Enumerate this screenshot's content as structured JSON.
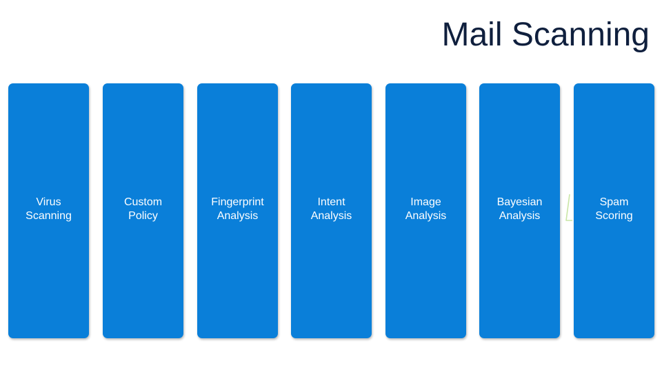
{
  "slide": {
    "title": "Mail Scanning"
  },
  "steps": [
    {
      "label": "Virus\nScanning"
    },
    {
      "label": "Custom\nPolicy"
    },
    {
      "label": "Fingerprint\nAnalysis"
    },
    {
      "label": "Intent\nAnalysis"
    },
    {
      "label": "Image\nAnalysis"
    },
    {
      "label": "Bayesian\nAnalysis"
    },
    {
      "label": "Spam\nScoring"
    }
  ],
  "colors": {
    "box_fill": "#0a7fd9",
    "box_text": "#ffffff",
    "title_text": "#0f1f3d",
    "connector": "#c9e6a6"
  }
}
